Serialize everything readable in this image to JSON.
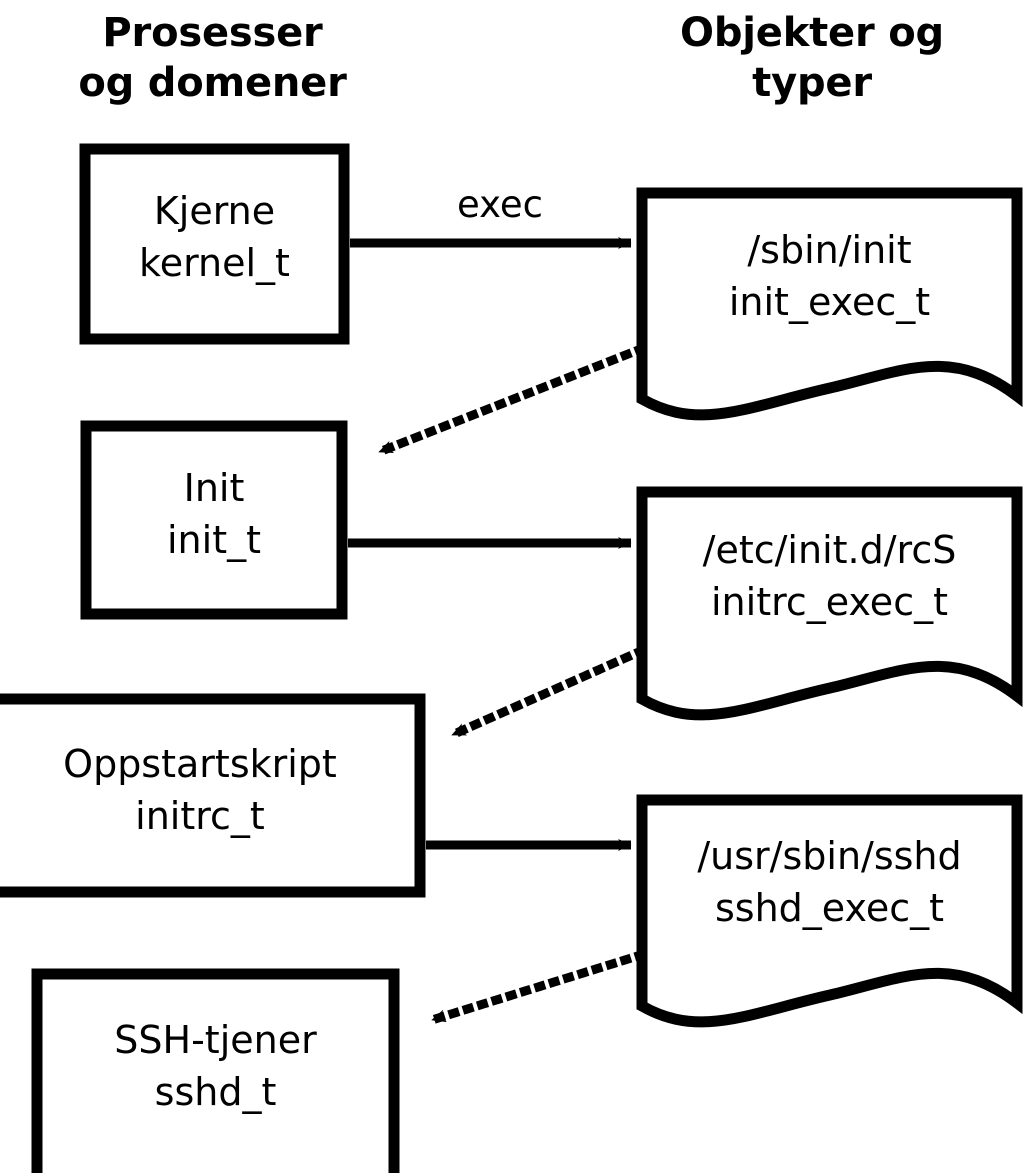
{
  "diagram": {
    "title_columns": [
      {
        "id": "processes",
        "line1": "Prosesser",
        "line2": "og domener"
      },
      {
        "id": "objects",
        "line1": "Objekter og",
        "line2": "typer"
      }
    ],
    "colors": {
      "stroke": "#000000",
      "fill": "#ffffff",
      "text": "#000000"
    },
    "process_nodes": [
      {
        "id": "kernel",
        "line1": "Kjerne",
        "line2": "kernel_t"
      },
      {
        "id": "init",
        "line1": "Init",
        "line2": "init_t"
      },
      {
        "id": "initrc",
        "line1": "Oppstartskript",
        "line2": "initrc_t"
      },
      {
        "id": "sshd",
        "line1": "SSH-tjener",
        "line2": "sshd_t"
      }
    ],
    "object_nodes": [
      {
        "id": "init_exec",
        "line1": "/sbin/init",
        "line2": "init_exec_t"
      },
      {
        "id": "initrc_exec",
        "line1": "/etc/init.d/rcS",
        "line2": "initrc_exec_t"
      },
      {
        "id": "sshd_exec",
        "line1": "/usr/sbin/sshd",
        "line2": "sshd_exec_t"
      }
    ],
    "edges": [
      {
        "id": "kernel-to-init_exec",
        "label": "exec",
        "style": "solid",
        "from": "kernel",
        "to": "init_exec"
      },
      {
        "id": "init_exec-to-init",
        "label": "",
        "style": "dotted",
        "from": "init_exec",
        "to": "init"
      },
      {
        "id": "init-to-initrc_exec",
        "label": "",
        "style": "solid",
        "from": "init",
        "to": "initrc_exec"
      },
      {
        "id": "initrc_exec-to-initrc",
        "label": "",
        "style": "dotted",
        "from": "initrc_exec",
        "to": "initrc"
      },
      {
        "id": "initrc-to-sshd_exec",
        "label": "",
        "style": "solid",
        "from": "initrc",
        "to": "sshd_exec"
      },
      {
        "id": "sshd_exec-to-sshd",
        "label": "",
        "style": "dotted",
        "from": "sshd_exec",
        "to": "sshd"
      }
    ]
  }
}
